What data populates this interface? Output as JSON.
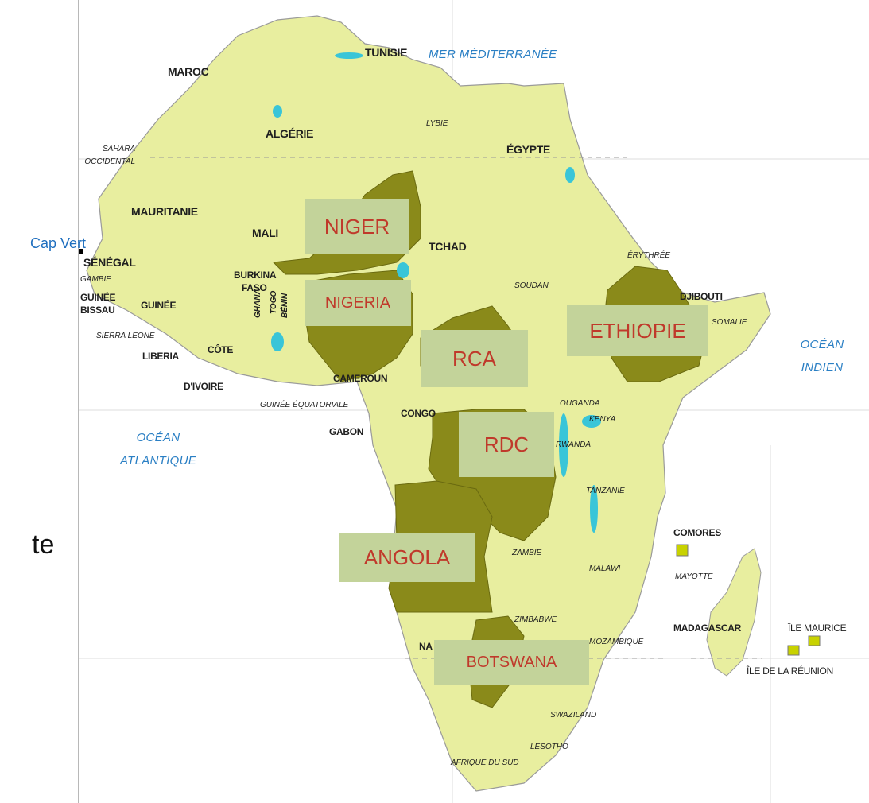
{
  "map": {
    "oceans": {
      "mediterranean": "MER MÉDITERRANÉE",
      "atlantic_line1": "OCÉAN",
      "atlantic_line2": "ATLANTIQUE",
      "indian_line1": "OCÉAN",
      "indian_line2": "INDIEN"
    },
    "countries": {
      "maroc": "MAROC",
      "tunisie": "TUNISIE",
      "algerie": "ALGÉRIE",
      "libye": "LYBIE",
      "egypte": "ÉGYPTE",
      "sahara_line1": "SAHARA",
      "sahara_line2": "OCCIDENTAL",
      "mauritanie": "MAURITANIE",
      "mali": "MALI",
      "tchad": "TCHAD",
      "senegal": "SÉNÉGAL",
      "gambie": "GAMBIE",
      "guinee_bissau_line1": "GUINÉE",
      "guinee_bissau_line2": "BISSAU",
      "guinee": "GUINÉE",
      "sierra_leone": "SIERRA LEONE",
      "liberia": "LIBERIA",
      "cote_line1": "CÔTE",
      "cote_line2": "D'IVOIRE",
      "burkina_line1": "BURKINA",
      "burkina_line2": "FASO",
      "ghana": "GHANA",
      "togo": "TOGO",
      "benin": "BÉNIN",
      "soudan": "SOUDAN",
      "erythree": "ÉRYTHRÉE",
      "djibouti": "DJIBOUTI",
      "somalie": "SOMALIE",
      "cameroun": "CAMEROUN",
      "guinee_equatoriale": "GUINÉE ÉQUATORIALE",
      "gabon": "GABON",
      "congo": "CONGO",
      "ouganda": "OUGANDA",
      "kenya": "KENYA",
      "rwanda": "RWANDA",
      "tanzanie": "TANZANIE",
      "zambie": "ZAMBIE",
      "malawi": "MALAWI",
      "comores": "COMORES",
      "mayotte": "MAYOTTE",
      "zimbabwe": "ZIMBABWE",
      "mozambique": "MOZAMBIQUE",
      "namibie_partial": "NA",
      "madagascar": "MADAGASCAR",
      "ile_maurice": "ÎLE MAURICE",
      "ile_reunion": "ÎLE DE LA RÉUNION",
      "swaziland": "SWAZILAND",
      "lesotho": "LESOTHO",
      "afrique_du_sud": "AFRIQUE DU SUD"
    },
    "highlights": {
      "niger": "NIGER",
      "nigeria": "NIGERIA",
      "rca": "RCA",
      "ethiopie": "ETHIOPIE",
      "rdc": "RDC",
      "angola": "ANGOLA",
      "botswana": "BOTSWANA"
    },
    "outside": {
      "cap_vert": "Cap Vert",
      "left_fragment": "te"
    },
    "colors": {
      "land": "#e8ee9f",
      "highlight_country": "#8a8a1a",
      "label_box": "#c3d39a",
      "label_text": "#c0392b",
      "water": "#39c5d8",
      "ocean_text": "#2a7fc4"
    }
  }
}
